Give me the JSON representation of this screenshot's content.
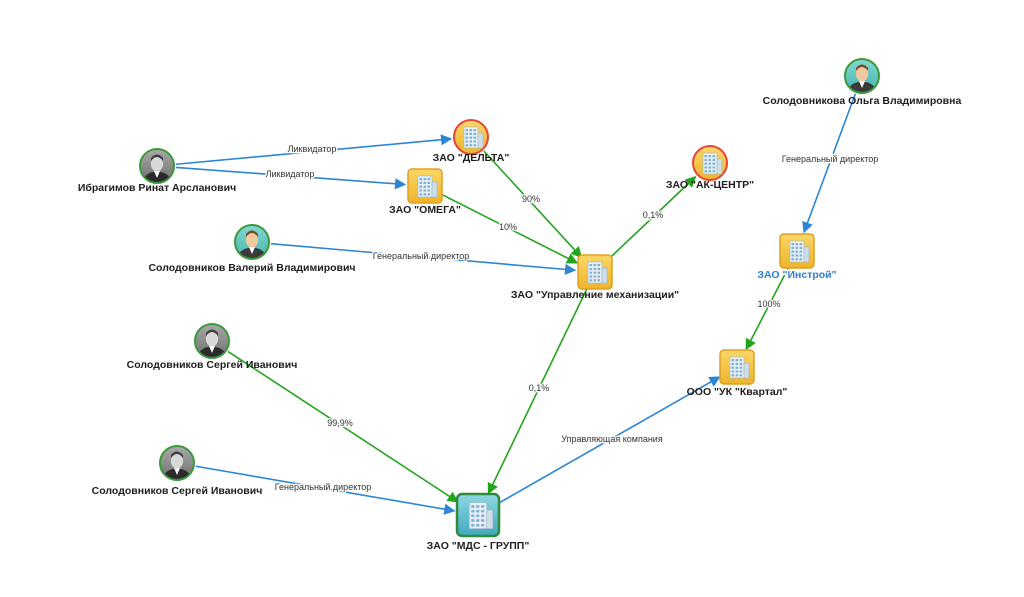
{
  "colors": {
    "ownership_edge": "#22a51c",
    "role_edge": "#2d86d4",
    "company_fill": "#f4c542",
    "company_border": "#e0a020",
    "liquidated_border": "#e8433a",
    "group_fill": "#5bbfd0",
    "group_border": "#2f8a3a",
    "person_border": "#3a9a3a",
    "person_bg_gray": "#8b8b8b",
    "person_bg_teal": "#5fc4c0"
  },
  "nodes": [
    {
      "id": "ibragimov",
      "type": "person",
      "style": "gray",
      "icon": "person-icon",
      "label": "Ибрагимов Ринат Арсланович"
    },
    {
      "id": "delta",
      "type": "company",
      "style": "liquidated",
      "icon": "building-icon",
      "label": "ЗАО \"ДЕЛЬТА\""
    },
    {
      "id": "omega",
      "type": "company",
      "style": "normal",
      "icon": "building-icon",
      "label": "ЗАО \"ОМЕГА\""
    },
    {
      "id": "ak_center",
      "type": "company",
      "style": "liquidated",
      "icon": "building-icon",
      "label": "ЗАО \"АК-ЦЕНТР\""
    },
    {
      "id": "solodovnikova_olga",
      "type": "person",
      "style": "teal",
      "icon": "person-icon",
      "label": "Солодовникова Ольга Владимировна"
    },
    {
      "id": "solodovnikov_valery",
      "type": "person",
      "style": "teal",
      "icon": "person-icon",
      "label": "Солодовников Валерий Владимирович"
    },
    {
      "id": "upravlenie",
      "type": "company",
      "style": "normal",
      "icon": "building-icon",
      "label": "ЗАО \"Управление механизации\""
    },
    {
      "id": "instroy",
      "type": "company",
      "style": "highlight",
      "icon": "building-icon",
      "label": "ЗАО \"Инстрой\""
    },
    {
      "id": "solodovnikov_sergey_1",
      "type": "person",
      "style": "gray",
      "icon": "person-icon",
      "label": "Солодовников Сергей Иванович"
    },
    {
      "id": "kvartal",
      "type": "company",
      "style": "normal",
      "icon": "building-icon",
      "label": "ООО \"УК \"Квартал\""
    },
    {
      "id": "solodovnikov_sergey_2",
      "type": "person",
      "style": "gray",
      "icon": "person-icon",
      "label": "Солодовников Сергей Иванович"
    },
    {
      "id": "mds_group",
      "type": "group",
      "style": "group",
      "icon": "building-icon",
      "label": "ЗАО \"МДС - ГРУПП\""
    }
  ],
  "edges": [
    {
      "from": "ibragimov",
      "to": "delta",
      "kind": "role",
      "label": "Ликвидатор"
    },
    {
      "from": "ibragimov",
      "to": "omega",
      "kind": "role",
      "label": "Ликвидатор"
    },
    {
      "from": "delta",
      "to": "upravlenie",
      "kind": "ownership",
      "label": "90%"
    },
    {
      "from": "omega",
      "to": "upravlenie",
      "kind": "ownership",
      "label": "10%"
    },
    {
      "from": "upravlenie",
      "to": "ak_center",
      "kind": "ownership",
      "label": "0,1%"
    },
    {
      "from": "solodovnikov_valery",
      "to": "upravlenie",
      "kind": "role",
      "label": "Генеральный директор"
    },
    {
      "from": "solodovnikova_olga",
      "to": "instroy",
      "kind": "role",
      "label": "Генеральный директор"
    },
    {
      "from": "instroy",
      "to": "kvartal",
      "kind": "ownership",
      "label": "100%"
    },
    {
      "from": "upravlenie",
      "to": "mds_group",
      "kind": "ownership",
      "label": "0,1%"
    },
    {
      "from": "solodovnikov_sergey_1",
      "to": "mds_group",
      "kind": "ownership",
      "label": "99,9%"
    },
    {
      "from": "solodovnikov_sergey_2",
      "to": "mds_group",
      "kind": "role",
      "label": "Генеральный директор"
    },
    {
      "from": "mds_group",
      "to": "kvartal",
      "kind": "role",
      "label": "Управляющая компания"
    }
  ]
}
